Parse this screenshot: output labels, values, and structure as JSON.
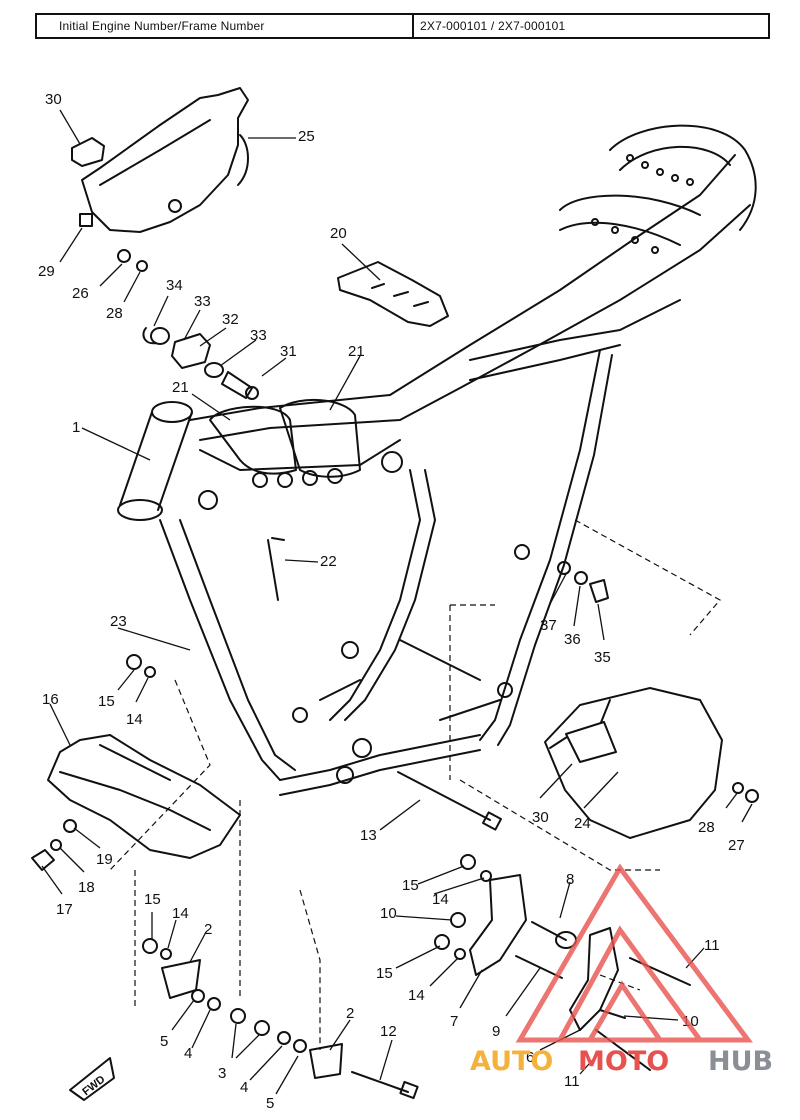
{
  "header": {
    "label": "Initial Engine Number/Frame Number",
    "value": "2X7-000101 / 2X7-000101"
  },
  "callouts": [
    {
      "id": "c30a",
      "text": "30"
    },
    {
      "id": "c25",
      "text": "25"
    },
    {
      "id": "c29",
      "text": "29"
    },
    {
      "id": "c26",
      "text": "26"
    },
    {
      "id": "c28a",
      "text": "28"
    },
    {
      "id": "c34",
      "text": "34"
    },
    {
      "id": "c33a",
      "text": "33"
    },
    {
      "id": "c32",
      "text": "32"
    },
    {
      "id": "c33b",
      "text": "33"
    },
    {
      "id": "c31",
      "text": "31"
    },
    {
      "id": "c20",
      "text": "20"
    },
    {
      "id": "c21a",
      "text": "21"
    },
    {
      "id": "c21b",
      "text": "21"
    },
    {
      "id": "c1",
      "text": "1"
    },
    {
      "id": "c22",
      "text": "22"
    },
    {
      "id": "c23",
      "text": "23"
    },
    {
      "id": "c15a",
      "text": "15"
    },
    {
      "id": "c14a",
      "text": "14"
    },
    {
      "id": "c16",
      "text": "16"
    },
    {
      "id": "c19",
      "text": "19"
    },
    {
      "id": "c18",
      "text": "18"
    },
    {
      "id": "c17",
      "text": "17"
    },
    {
      "id": "c37",
      "text": "37"
    },
    {
      "id": "c36",
      "text": "36"
    },
    {
      "id": "c35",
      "text": "35"
    },
    {
      "id": "c30b",
      "text": "30"
    },
    {
      "id": "c24",
      "text": "24"
    },
    {
      "id": "c28b",
      "text": "28"
    },
    {
      "id": "c27",
      "text": "27"
    },
    {
      "id": "c13",
      "text": "13"
    },
    {
      "id": "c15b",
      "text": "15"
    },
    {
      "id": "c14b",
      "text": "14"
    },
    {
      "id": "c10a",
      "text": "10"
    },
    {
      "id": "c8",
      "text": "8"
    },
    {
      "id": "c15c",
      "text": "15"
    },
    {
      "id": "c14c",
      "text": "14"
    },
    {
      "id": "c7",
      "text": "7"
    },
    {
      "id": "c9",
      "text": "9"
    },
    {
      "id": "c11a",
      "text": "11"
    },
    {
      "id": "c10b",
      "text": "10"
    },
    {
      "id": "c6",
      "text": "6"
    },
    {
      "id": "c11b",
      "text": "11"
    },
    {
      "id": "c15d",
      "text": "15"
    },
    {
      "id": "c14d",
      "text": "14"
    },
    {
      "id": "c2a",
      "text": "2"
    },
    {
      "id": "c5a",
      "text": "5"
    },
    {
      "id": "c4a",
      "text": "4"
    },
    {
      "id": "c3",
      "text": "3"
    },
    {
      "id": "c4b",
      "text": "4"
    },
    {
      "id": "c5b",
      "text": "5"
    },
    {
      "id": "c2b",
      "text": "2"
    },
    {
      "id": "c12",
      "text": "12"
    }
  ],
  "fwd_label": "FWD",
  "watermark": {
    "auto": "AUTO",
    "moto": "MOTO",
    "hub": "HUB",
    "colors": {
      "auto": "#f4b23c",
      "moto": "#e8524e",
      "hub": "#8a8f96",
      "triangle": "#e8524e"
    }
  }
}
